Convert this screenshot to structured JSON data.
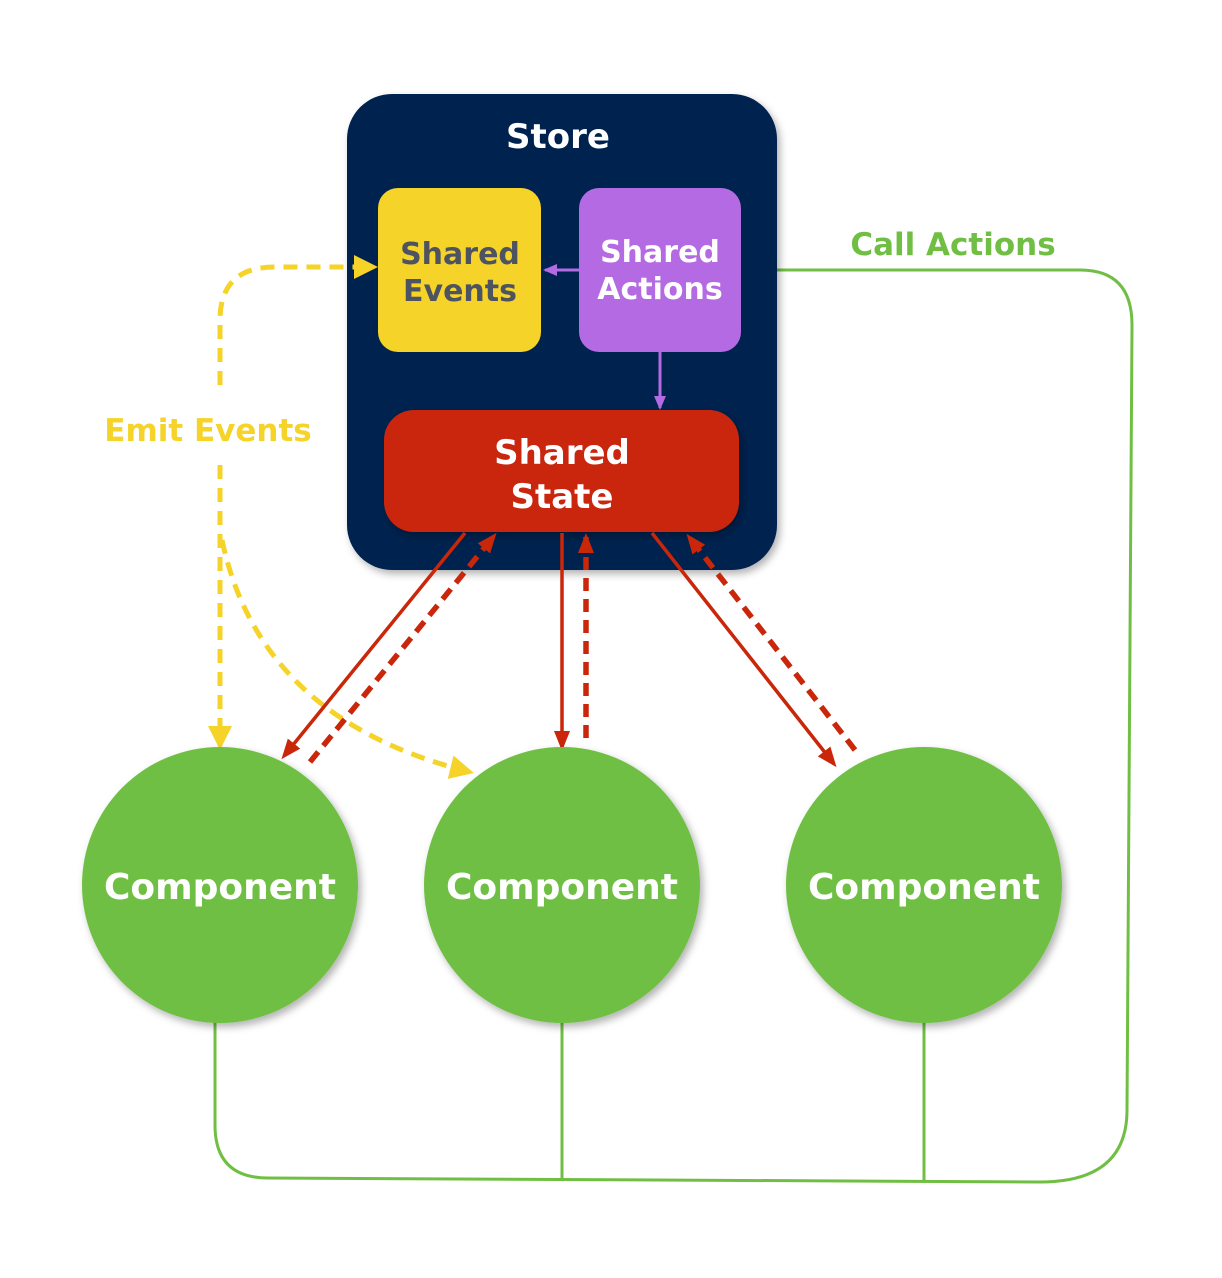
{
  "colors": {
    "store": "#00234f",
    "events": "#f5d328",
    "actions": "#b36ae2",
    "state": "#c9260a",
    "component": "#70bf44",
    "events_text": "#4d5360",
    "white": "#ffffff"
  },
  "store": {
    "title": "Store"
  },
  "shared_events": {
    "line1": "Shared",
    "line2": "Events"
  },
  "shared_actions": {
    "line1": "Shared",
    "line2": "Actions"
  },
  "shared_state": {
    "line1": "Shared",
    "line2": "State"
  },
  "components": [
    {
      "label": "Component"
    },
    {
      "label": "Component"
    },
    {
      "label": "Component"
    }
  ],
  "labels": {
    "emit_events": "Emit Events",
    "call_actions": "Call Actions"
  }
}
